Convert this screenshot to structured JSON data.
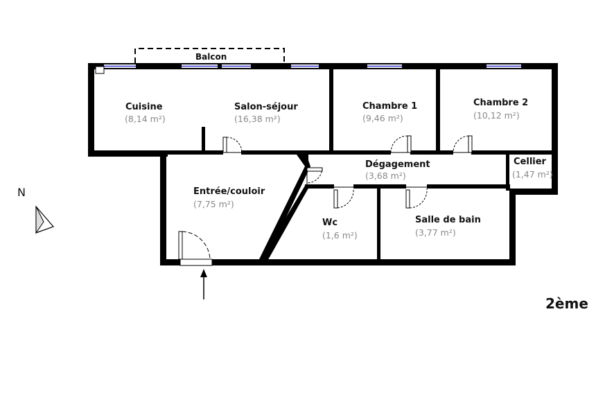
{
  "balcony": {
    "label": "Balcon"
  },
  "rooms": {
    "cuisine": {
      "name": "Cuisine",
      "area": "(8,14 m²)"
    },
    "salon": {
      "name": "Salon-séjour",
      "area": "(16,38 m²)"
    },
    "chambre1": {
      "name": "Chambre 1",
      "area": "(9,46 m²)"
    },
    "chambre2": {
      "name": "Chambre 2",
      "area": "(10,12 m²)"
    },
    "cellier": {
      "name": "Cellier",
      "area": "(1,47 m²)"
    },
    "degagement": {
      "name": "Dégagement",
      "area": "(3,68 m²)"
    },
    "entree": {
      "name": "Entrée/couloir",
      "area": "(7,75 m²)"
    },
    "wc": {
      "name": "Wc",
      "area": "(1,6 m²)"
    },
    "sdb": {
      "name": "Salle de bain",
      "area": "(3,77 m²)"
    }
  },
  "north": {
    "label": "N"
  },
  "floor": {
    "label": "2ème"
  },
  "colors": {
    "wall": "#000000",
    "window": "#3b3bd6",
    "area_text": "#888888"
  }
}
